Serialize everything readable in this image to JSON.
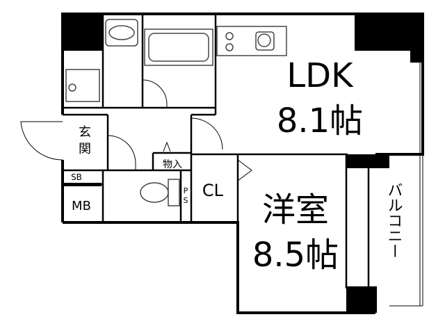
{
  "rooms": {
    "ldk": {
      "name": "LDK",
      "size": "8.1帖"
    },
    "western_room": {
      "name": "洋室",
      "size": "8.5帖"
    },
    "closet": {
      "name": "CL"
    },
    "entrance": {
      "name_line1": "玄",
      "name_line2": "関"
    },
    "storage": {
      "name": "物入"
    },
    "shoe_box": {
      "name": "SB"
    },
    "meter_box": {
      "name": "MB"
    },
    "pipe_space": {
      "line1": "P",
      "line2": "S"
    },
    "balcony": {
      "name": "バルコニー"
    }
  },
  "colors": {
    "wall": "#000000",
    "fixture": "#444444",
    "background": "#ffffff"
  }
}
